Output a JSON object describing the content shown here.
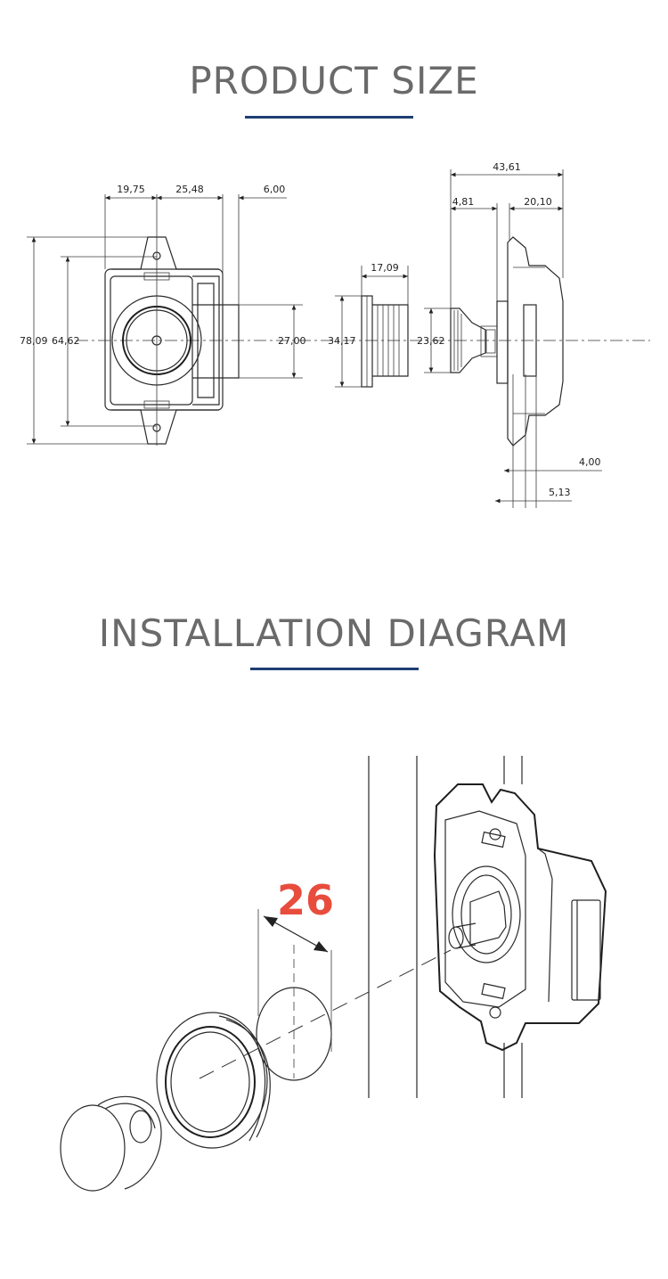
{
  "sections": {
    "product_size": {
      "title": "PRODUCT SIZE"
    },
    "installation": {
      "title": "INSTALLATION DIAGRAM"
    }
  },
  "dimensions": {
    "d1975": "19,75",
    "d2548": "25,48",
    "d600": "6,00",
    "d7809": "78,09",
    "d6462": "64,62",
    "d2700": "27,00",
    "d1709": "17,09",
    "d3417": "34,17",
    "d2362": "23,62",
    "d4361": "43,61",
    "d481": "4,81",
    "d2010": "20,10",
    "d400": "4,00",
    "d513": "5,13"
  },
  "install": {
    "hole_size": "26"
  },
  "colors": {
    "title_bar": "#1f3f73",
    "accent": "#e84c3d",
    "title_text": "#6a6a6a"
  }
}
